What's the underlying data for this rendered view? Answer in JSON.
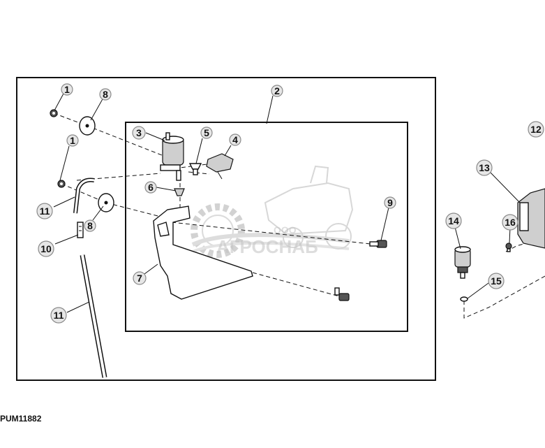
{
  "diagram": {
    "reference_code": "PUM11882",
    "watermark": {
      "small": "ООО",
      "brand": "АГРОСНАБ"
    },
    "callouts": [
      "1",
      "8",
      "1",
      "2",
      "3",
      "5",
      "4",
      "6",
      "11",
      "8",
      "10",
      "9",
      "7",
      "11",
      "12",
      "13",
      "14",
      "16",
      "15"
    ]
  }
}
